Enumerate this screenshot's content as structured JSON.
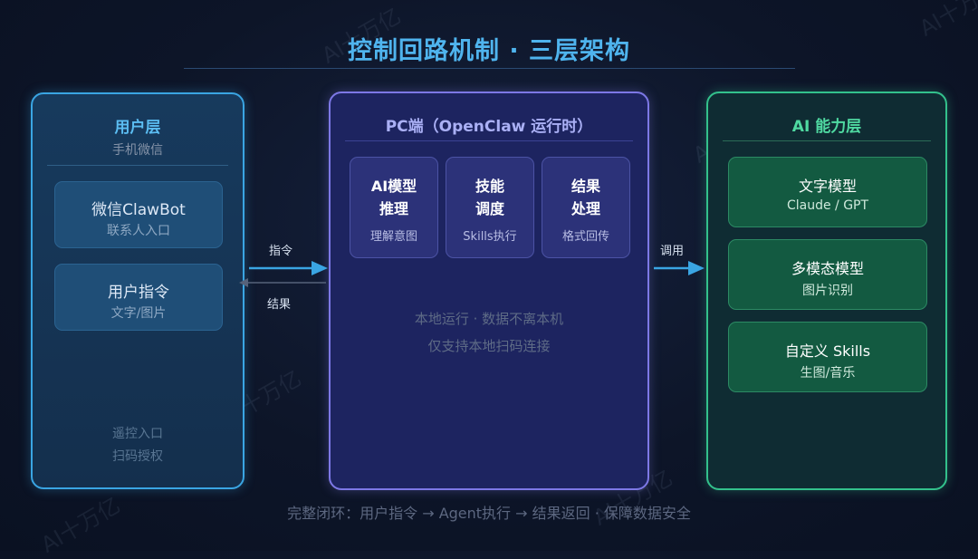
{
  "title": "控制回路机制 · 三层架构",
  "colors": {
    "user": "#3aa5e3",
    "pc": "#7d78e6",
    "ai": "#33c18c",
    "arrow": "#3aa5e3"
  },
  "user_layer": {
    "title": "用户层",
    "subtitle": "手机微信",
    "cards": [
      {
        "name": "微信ClawBot",
        "desc": "联系人入口"
      },
      {
        "name": "用户指令",
        "desc": "文字/图片"
      }
    ],
    "bottom_note_1": "遥控入口",
    "bottom_note_2": "扫码授权"
  },
  "pc_layer": {
    "title": "PC端（OpenClaw 运行时）",
    "modules": [
      {
        "line1": "AI模型",
        "line2": "推理",
        "desc": "理解意图"
      },
      {
        "line1": "技能",
        "line2": "调度",
        "desc": "Skills执行"
      },
      {
        "line1": "结果",
        "line2": "处理",
        "desc": "格式回传"
      }
    ],
    "note_1": "本地运行 · 数据不离本机",
    "note_2": "仅支持本地扫码连接"
  },
  "ai_layer": {
    "title": "AI 能力层",
    "cards": [
      {
        "name": "文字模型",
        "desc": "Claude / GPT"
      },
      {
        "name": "多模态模型",
        "desc": "图片识别"
      },
      {
        "name": "自定义 Skills",
        "desc": "生图/音乐"
      }
    ]
  },
  "arrows": {
    "command_label": "指令",
    "result_label": "结果",
    "call_label": "调用"
  },
  "footer": "完整闭环：用户指令 → Agent执行 → 结果返回 · 保障数据安全",
  "watermark": "AI十万亿"
}
